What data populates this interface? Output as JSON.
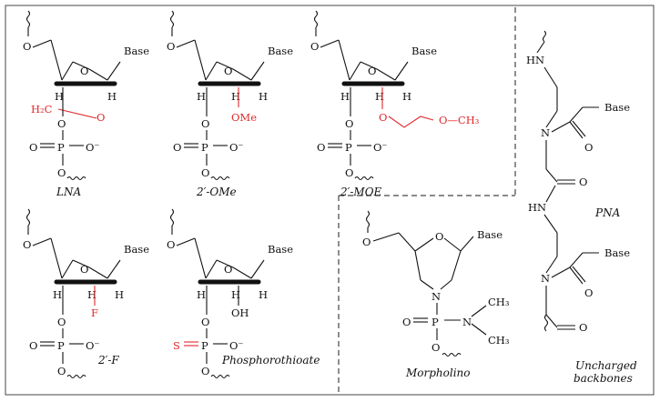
{
  "atoms": {
    "base": "Base",
    "o": "O",
    "h": "H",
    "p": "P",
    "o_minus": "O⁻",
    "s": "S",
    "f": "F",
    "oh": "OH",
    "ome": "OMe",
    "h2c": "H₂C",
    "n": "N",
    "hn": "HN",
    "ch3": "CH₃",
    "och3": "O—CH₃"
  },
  "labels": {
    "lna": "LNA",
    "ome": "2′-OMe",
    "moe": "2′-MOE",
    "f": "2′-F",
    "ps": "Phosphorothioate",
    "morpholino": "Morpholino",
    "pna": "PNA",
    "uncharged_1": "Uncharged",
    "uncharged_2": "backbones"
  },
  "colors": {
    "modification": "#e0282a",
    "ink": "#111111",
    "frame": "#444444"
  }
}
